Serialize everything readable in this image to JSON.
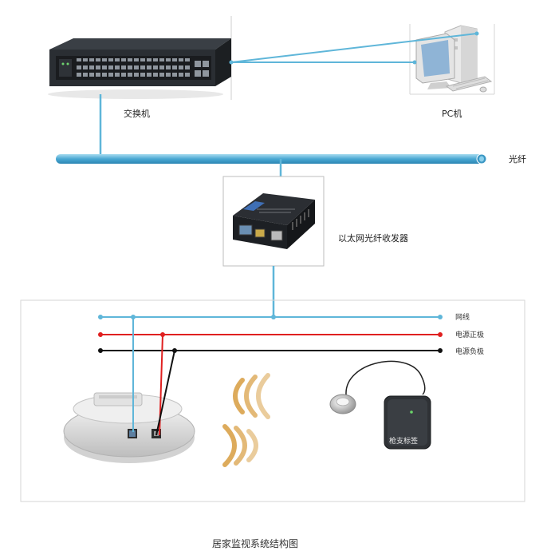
{
  "nodes": {
    "switch": {
      "label": "交换机"
    },
    "pc": {
      "label": "PC机"
    },
    "fiber": {
      "label": "光纤"
    },
    "transceiver": {
      "label": "以太网光纤收发器"
    },
    "anchor_tag": {
      "label": "枪支标签"
    }
  },
  "bus_lines": [
    {
      "label": "网线",
      "color": "#5fb6d9"
    },
    {
      "label": "电源正极",
      "color": "#e02020"
    },
    {
      "label": "电源负极",
      "color": "#111111"
    }
  ],
  "caption": "居家监视系统结构图",
  "colors": {
    "cable": "#5fb6d9",
    "fiber_fill": "#5fb6d9",
    "waves": "#d9a24a"
  },
  "icons": [
    "network-switch-icon",
    "desktop-pc-icon",
    "fiber-transceiver-icon",
    "reader-device-icon",
    "wireless-wave-icon",
    "button-tag-icon",
    "fob-tag-icon"
  ]
}
